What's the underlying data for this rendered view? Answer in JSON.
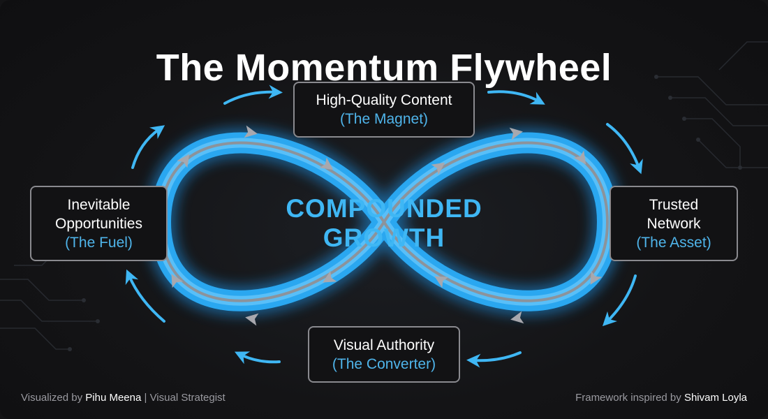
{
  "title": "The Momentum Flywheel",
  "center": {
    "line1": "COMPOUNDED",
    "line2": "GROWTH"
  },
  "nodes": {
    "top": {
      "line1": "High-Quality Content",
      "line2": "",
      "sub": "(The Magnet)"
    },
    "left": {
      "line1": "Inevitable",
      "line2": "Opportunities",
      "sub": "(The Fuel)"
    },
    "right": {
      "line1": "Trusted",
      "line2": "Network",
      "sub": "(The Asset)"
    },
    "bottom": {
      "line1": "Visual Authority",
      "line2": "",
      "sub": "(The Converter)"
    }
  },
  "footer": {
    "left_prefix": "Visualized by ",
    "left_name": "Pihu Meena",
    "left_suffix": " | Visual Strategist",
    "right_prefix": "Framework inspired by ",
    "right_name": "Shivam Loyla"
  },
  "colors": {
    "accent": "#3fb7f4",
    "glow": "#1e8fe0",
    "arrow_inner": "#9a9aa0",
    "background": "#141416"
  }
}
